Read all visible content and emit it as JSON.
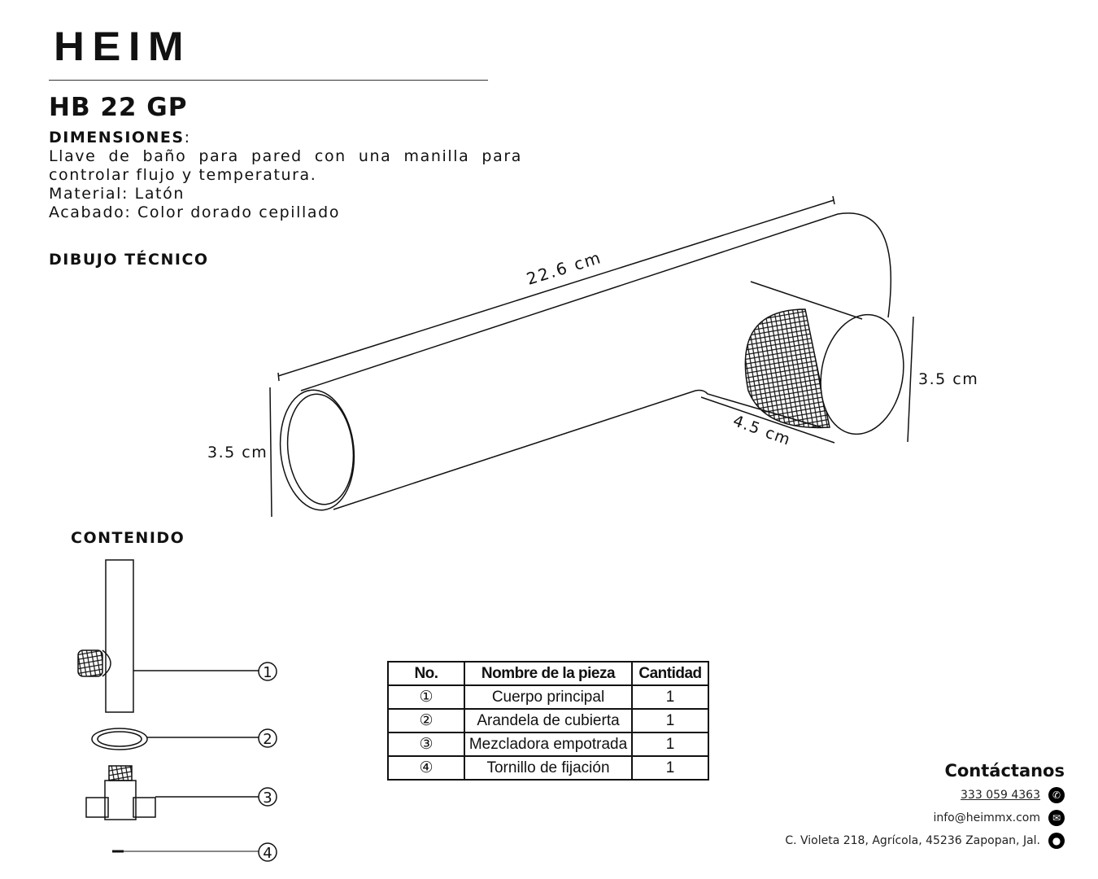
{
  "brand": {
    "logo": "HEIM"
  },
  "product": {
    "code": "HB 22 GP",
    "dimensions_heading": "DIMENSIONES",
    "dimensions_colon": ":",
    "description_line1": "Llave de baño para pared con una manilla para",
    "description_line2": "controlar flujo y temperatura.",
    "material": "Material: Latón",
    "finish": "Acabado: Color dorado cepillado"
  },
  "drawing": {
    "heading": "DIBUJO TÉCNICO",
    "length": "22.6 cm",
    "left_height": "3.5 cm",
    "right_height": "3.5 cm",
    "handle_depth": "4.5 cm"
  },
  "contents": {
    "heading": "CONTENIDO",
    "callouts": [
      "1",
      "2",
      "3",
      "4"
    ]
  },
  "parts_table": {
    "headers": [
      "No.",
      "Nombre de la pieza",
      "Cantidad"
    ],
    "rows": [
      {
        "no": "①",
        "name": "Cuerpo principal",
        "qty": "1"
      },
      {
        "no": "②",
        "name": "Arandela de cubierta",
        "qty": "1"
      },
      {
        "no": "③",
        "name": "Mezcladora empotrada",
        "qty": "1"
      },
      {
        "no": "④",
        "name": "Tornillo de fijación",
        "qty": "1"
      }
    ]
  },
  "contact": {
    "heading": "Contáctanos",
    "phone": "333 059 4363",
    "email": "info@heimmx.com",
    "address": "C. Violeta 218, Agrícola, 45236 Zapopan, Jal.",
    "icons": [
      "phone-icon",
      "mail-icon",
      "location-pin-icon"
    ]
  }
}
